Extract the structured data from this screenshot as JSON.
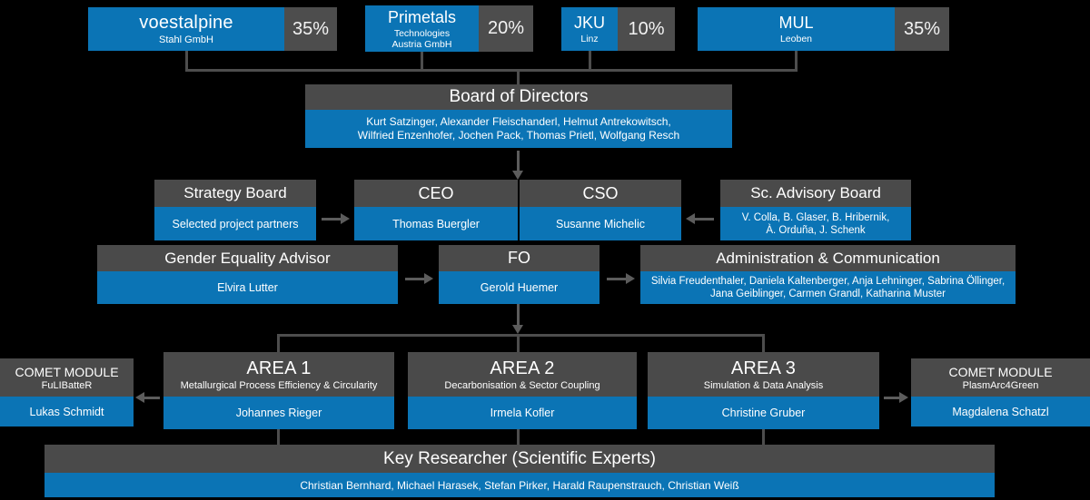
{
  "shareholders": [
    {
      "name": "voestalpine",
      "detail": "Stahl GmbH",
      "share": "35%"
    },
    {
      "name": "Primetals",
      "detail": "Technologies\nAustria GmbH",
      "share": "20%"
    },
    {
      "name": "JKU",
      "detail": "Linz",
      "share": "10%"
    },
    {
      "name": "MUL",
      "detail": "Leoben",
      "share": "35%"
    }
  ],
  "board": {
    "title": "Board of Directors",
    "members": "Kurt Satzinger, Alexander Fleischanderl, Helmut Antrekowitsch,\nWilfried Enzenhofer, Jochen Pack, Thomas Prietl, Wolfgang Resch"
  },
  "strategy_board": {
    "title": "Strategy Board",
    "members": "Selected project partners"
  },
  "ceo": {
    "title": "CEO",
    "name": "Thomas Buergler"
  },
  "cso": {
    "title": "CSO",
    "name": "Susanne Michelic"
  },
  "advisory_board": {
    "title": "Sc. Advisory Board",
    "members": "V. Colla, B. Glaser, B. Hribernik,\nÀ. Orduña, J. Schenk"
  },
  "gender_equality": {
    "title": "Gender Equality Advisor",
    "name": "Elvira Lutter"
  },
  "fo": {
    "title": "FO",
    "name": "Gerold Huemer"
  },
  "administration": {
    "title": "Administration & Communication",
    "members": "Silvia Freudenthaler, Daniela Kaltenberger, Anja Lehninger, Sabrina Öllinger,\nJana Geiblinger, Carmen Grandl, Katharina Muster"
  },
  "comet_left": {
    "title": "COMET MODULE",
    "subtitle": "FuLIBatteR",
    "name": "Lukas Schmidt"
  },
  "area1": {
    "title": "AREA 1",
    "subtitle": "Metallurgical Process Efficiency & Circularity",
    "name": "Johannes Rieger"
  },
  "area2": {
    "title": "AREA 2",
    "subtitle": "Decarbonisation & Sector Coupling",
    "name": "Irmela Kofler"
  },
  "area3": {
    "title": "AREA 3",
    "subtitle": "Simulation & Data Analysis",
    "name": "Christine Gruber"
  },
  "comet_right": {
    "title": "COMET MODULE",
    "subtitle": "PlasmArc4Green",
    "name": "Magdalena Schatzl"
  },
  "key_researcher": {
    "title": "Key Researcher (Scientific Experts)",
    "members": "Christian Bernhard, Michael Harasek, Stefan Pirker, Harald Raupenstrauch, Christian Weiß"
  },
  "colors": {
    "accent_blue": "#0b74b5",
    "header_gray": "#4a4a4a",
    "line_gray": "#4d4d4d",
    "background": "#000000",
    "text": "#ffffff"
  }
}
